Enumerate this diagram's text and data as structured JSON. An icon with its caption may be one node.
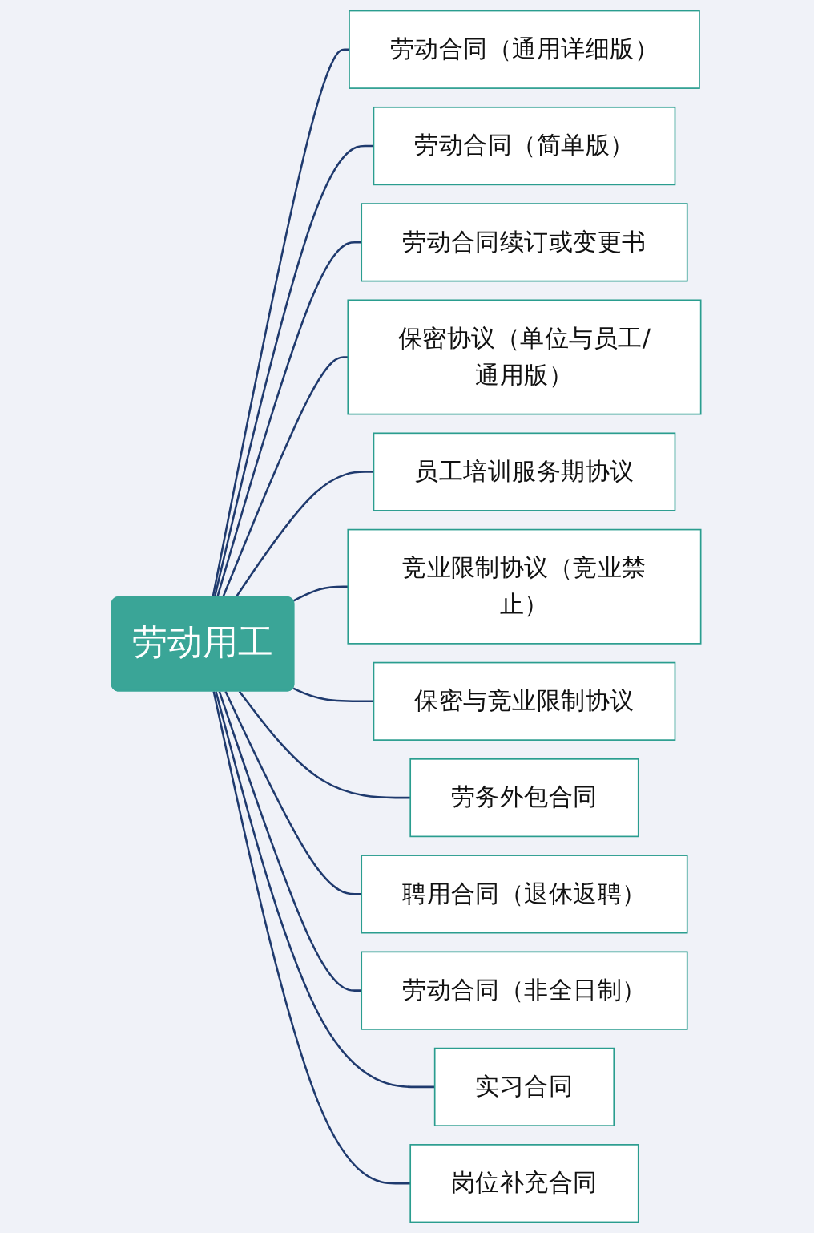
{
  "diagram": {
    "nodes": [
      {
        "text": [
          "劳动用工"
        ]
      },
      {
        "text": [
          "劳动合同（通用详细版）"
        ]
      },
      {
        "text": [
          "劳动合同（简单版）"
        ]
      },
      {
        "text": [
          "劳动合同续订或变更书"
        ]
      },
      {
        "text": [
          "保密协议（单位与员工/通用版）"
        ]
      },
      {
        "text": [
          "员工培训服务期协议"
        ]
      },
      {
        "text": [
          "竞业限制协议（竞业禁止）"
        ]
      },
      {
        "text": [
          "保密与竞业限制协议"
        ]
      },
      {
        "text": [
          "劳务外包合同"
        ]
      },
      {
        "text": [
          "聘用合同（退休返聘）"
        ]
      },
      {
        "text": [
          "劳动合同（非全日制）"
        ]
      },
      {
        "text": [
          "实习合同"
        ]
      },
      {
        "text": [
          "岗位补充合同"
        ]
      }
    ],
    "edges": [
      {
        "from": 0,
        "to": 1,
        "arrow": "none"
      },
      {
        "from": 0,
        "to": 2,
        "arrow": "none"
      },
      {
        "from": 0,
        "to": 3,
        "arrow": "none"
      },
      {
        "from": 0,
        "to": 4,
        "arrow": "none"
      },
      {
        "from": 0,
        "to": 5,
        "arrow": "none"
      },
      {
        "from": 0,
        "to": 6,
        "arrow": "none"
      },
      {
        "from": 0,
        "to": 7,
        "arrow": "none"
      },
      {
        "from": 0,
        "to": 8,
        "arrow": "none"
      },
      {
        "from": 0,
        "to": 9,
        "arrow": "none"
      },
      {
        "from": 0,
        "to": 10,
        "arrow": "none"
      },
      {
        "from": 0,
        "to": 11,
        "arrow": "none"
      },
      {
        "from": 0,
        "to": 12,
        "arrow": "none"
      }
    ]
  }
}
